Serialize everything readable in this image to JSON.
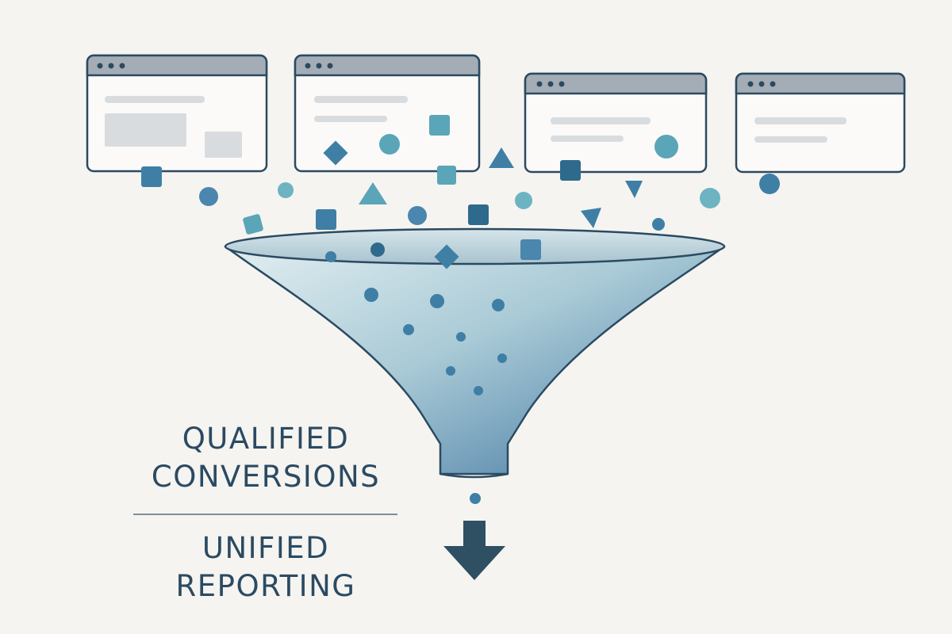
{
  "colors": {
    "background": "#f5f4f0",
    "window_frame": "#2b4a62",
    "window_titlebar": "#a4adb6",
    "window_body": "#fbfaf8",
    "placeholder": "#d9dcdf",
    "funnel_light": "#cfe2e8",
    "funnel_dark": "#4d7fa3",
    "shape_teal": "#5aa5b7",
    "shape_blue": "#3f7fa6",
    "shape_navy": "#2f6a8c",
    "text": "#2b4a62",
    "arrow": "#2f4f63"
  },
  "labels": {
    "top": [
      "QUALIFIED",
      "CONVERSIONS"
    ],
    "bottom": [
      "UNIFIED",
      "REPORTING"
    ]
  },
  "icons": [
    "browser-window-icon",
    "funnel-icon",
    "down-arrow-icon"
  ]
}
